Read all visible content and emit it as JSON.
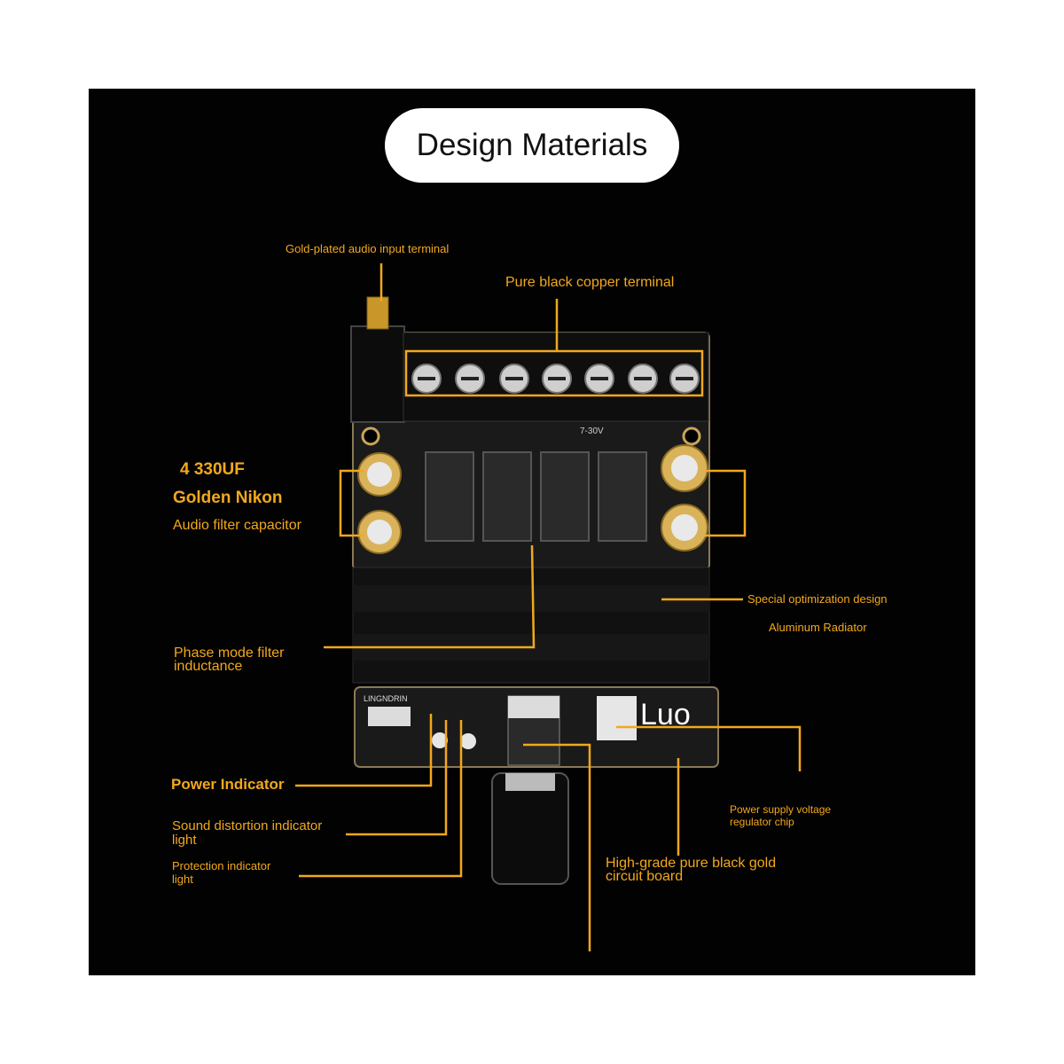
{
  "title": "Design Materials",
  "board": {
    "voltage_marking": "7-30V",
    "silkscreen_left": "LINGNDRIN",
    "silkscreen_logo": "Luo"
  },
  "labels": {
    "audio_input": "Gold-plated audio input terminal",
    "copper_terminal": "Pure black copper terminal",
    "cap_count": "4 330UF",
    "cap_brand": "Golden Nikon",
    "cap_desc": "Audio filter capacitor",
    "optimization": "Special optimization design",
    "radiator": "Aluminum Radiator",
    "inductance_line1": "Phase mode filter",
    "inductance_line2": "inductance",
    "power_indicator": "Power Indicator",
    "distortion_line1": "Sound distortion indicator",
    "distortion_line2": "light",
    "protection_line1": "Protection indicator",
    "protection_line2": "light",
    "regulator_line1": "Power supply voltage",
    "regulator_line2": "regulator chip",
    "circuit_line1": "High-grade pure black gold",
    "circuit_line2": "circuit board"
  },
  "colors": {
    "accent": "#f2a81d",
    "background": "#020202",
    "pill": "#ffffff"
  }
}
